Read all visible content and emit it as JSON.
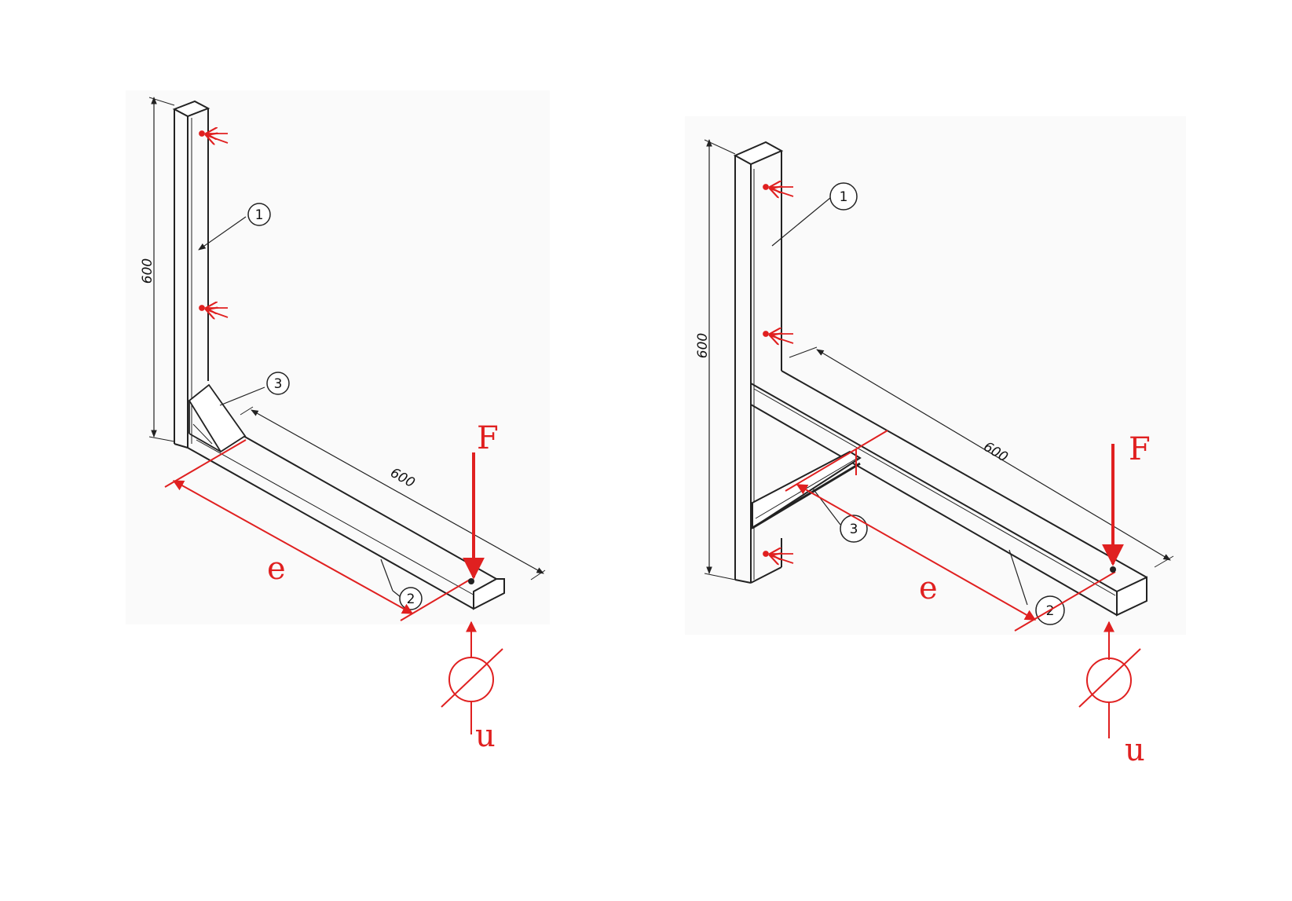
{
  "diagrams": [
    {
      "variant": "gusset-bracket",
      "vertical_dimension": "600",
      "horizontal_dimension": "600",
      "part_labels": [
        "1",
        "2",
        "3"
      ],
      "force_label": "F",
      "eccentricity_label": "e",
      "displacement_label": "u"
    },
    {
      "variant": "strut-bracket",
      "vertical_dimension": "600",
      "horizontal_dimension": "600",
      "part_labels": [
        "1",
        "2",
        "3"
      ],
      "force_label": "F",
      "eccentricity_label": "e",
      "displacement_label": "u"
    }
  ],
  "colors": {
    "annotation_red": "#e02020",
    "line_black": "#222222",
    "paper": "#ffffff"
  }
}
